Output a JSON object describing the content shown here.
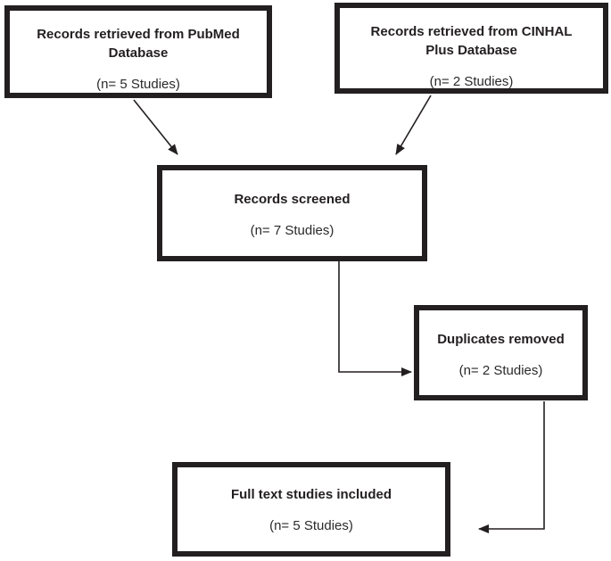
{
  "colors": {
    "box_border": "#231f20",
    "background": "#ffffff",
    "text": "#231f20",
    "arrow": "#231f20"
  },
  "nodes": [
    {
      "id": "pubmed",
      "title": "Records retrieved from PubMed Database",
      "count": "(n= 5 Studies)"
    },
    {
      "id": "cinhal",
      "title": "Records retrieved from CINHAL Plus Database",
      "count": "(n= 2 Studies)"
    },
    {
      "id": "screened",
      "title": "Records screened",
      "count": "(n= 7 Studies)"
    },
    {
      "id": "duplicates",
      "title": "Duplicates removed",
      "count": "(n= 2 Studies)"
    },
    {
      "id": "fulltext",
      "title": "Full text studies included",
      "count": "(n= 5 Studies)"
    }
  ],
  "edges": [
    {
      "from": "pubmed",
      "to": "screened"
    },
    {
      "from": "cinhal",
      "to": "screened"
    },
    {
      "from": "screened",
      "to": "duplicates"
    },
    {
      "from": "duplicates",
      "to": "fulltext"
    }
  ]
}
